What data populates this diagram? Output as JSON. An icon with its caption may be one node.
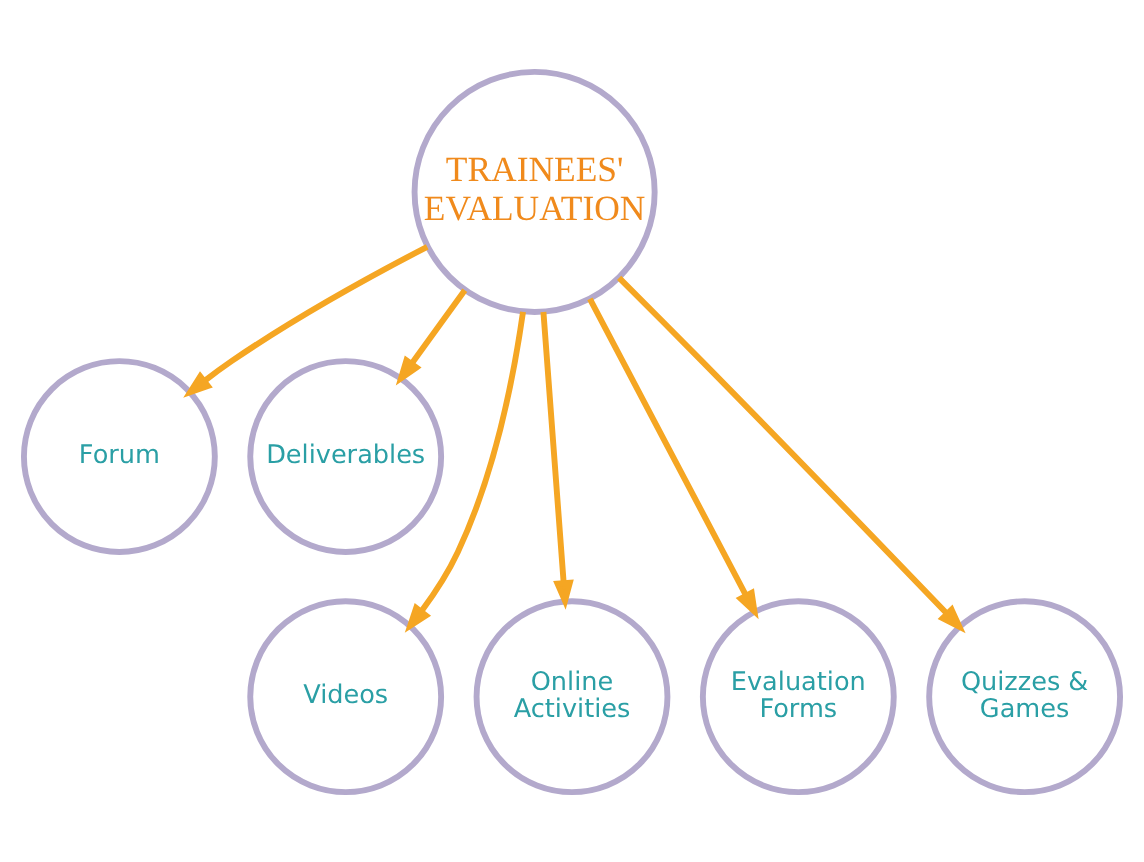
{
  "diagram": {
    "nodes": [
      {
        "text": [
          "TRAINEES' EVALUATION"
        ]
      },
      {
        "text": [
          "Forum"
        ]
      },
      {
        "text": [
          "Deliverables"
        ]
      },
      {
        "text": [
          "Videos"
        ]
      },
      {
        "text": [
          "Online Activities"
        ]
      },
      {
        "text": [
          "Evaluation Forms"
        ]
      },
      {
        "text": [
          "Quizzes & Games"
        ]
      }
    ],
    "edges": [
      {
        "from": 0,
        "to": 1,
        "arrow": "to"
      },
      {
        "from": 0,
        "to": 2,
        "arrow": "to"
      },
      {
        "from": 0,
        "to": 3,
        "arrow": "to"
      },
      {
        "from": 0,
        "to": 4,
        "arrow": "to"
      },
      {
        "from": 0,
        "to": 5,
        "arrow": "to"
      },
      {
        "from": 0,
        "to": 6,
        "arrow": "to"
      }
    ]
  }
}
